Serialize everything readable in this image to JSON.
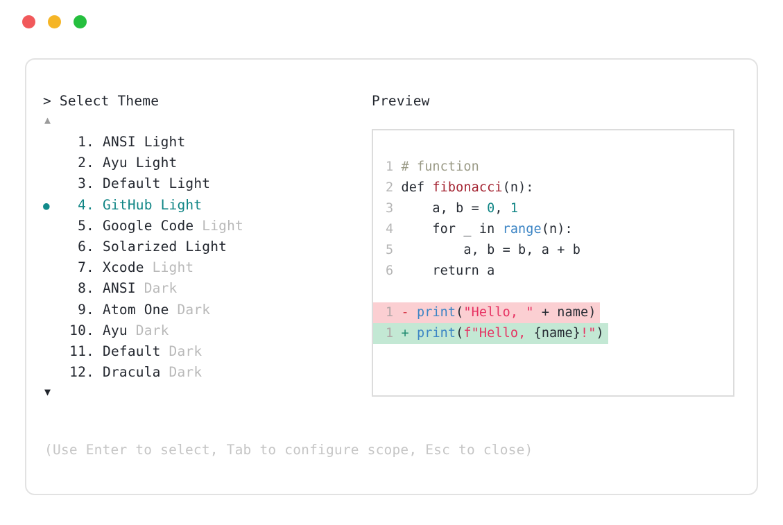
{
  "window": {
    "traffic_lights": [
      {
        "name": "close",
        "color": "#f1595b"
      },
      {
        "name": "minimize",
        "color": "#f5b526"
      },
      {
        "name": "maximize",
        "color": "#25bf3e"
      }
    ]
  },
  "selector": {
    "prompt_symbol": ">",
    "prompt_title": "Select Theme",
    "prompt_line": "> Select Theme",
    "scroll_up_icon": "▲",
    "scroll_down_icon": "▼",
    "selected_index": 4,
    "selected_bullet": "●",
    "accent_color": "#108585",
    "muted_color": "#b9b9b9",
    "items": [
      {
        "number": "1.",
        "name": "ANSI",
        "variant": "Light",
        "variant_muted": false,
        "selected": false
      },
      {
        "number": "2.",
        "name": "Ayu",
        "variant": "Light",
        "variant_muted": false,
        "selected": false
      },
      {
        "number": "3.",
        "name": "Default",
        "variant": "Light",
        "variant_muted": false,
        "selected": false
      },
      {
        "number": "4.",
        "name": "GitHub",
        "variant": "Light",
        "variant_muted": false,
        "selected": true
      },
      {
        "number": "5.",
        "name": "Google Code",
        "variant": "Light",
        "variant_muted": true,
        "selected": false
      },
      {
        "number": "6.",
        "name": "Solarized",
        "variant": "Light",
        "variant_muted": false,
        "selected": false
      },
      {
        "number": "7.",
        "name": "Xcode",
        "variant": "Light",
        "variant_muted": true,
        "selected": false
      },
      {
        "number": "8.",
        "name": "ANSI",
        "variant": "Dark",
        "variant_muted": true,
        "selected": false
      },
      {
        "number": "9.",
        "name": "Atom One",
        "variant": "Dark",
        "variant_muted": true,
        "selected": false
      },
      {
        "number": "10.",
        "name": "Ayu",
        "variant": "Dark",
        "variant_muted": true,
        "selected": false
      },
      {
        "number": "11.",
        "name": "Default",
        "variant": "Dark",
        "variant_muted": true,
        "selected": false
      },
      {
        "number": "12.",
        "name": "Dracula",
        "variant": "Dark",
        "variant_muted": true,
        "selected": false
      }
    ]
  },
  "hint": {
    "text": "(Use Enter to select, Tab to configure scope, Esc to close)"
  },
  "preview": {
    "label": "Preview",
    "code_lines": [
      {
        "lineno": "1",
        "tokens": [
          {
            "t": "# function",
            "c": "comment"
          }
        ]
      },
      {
        "lineno": "2",
        "tokens": [
          {
            "t": "def ",
            "c": "kw"
          },
          {
            "t": "fibonacci",
            "c": "func"
          },
          {
            "t": "(n):",
            "c": "plain"
          }
        ]
      },
      {
        "lineno": "3",
        "tokens": [
          {
            "t": "    a, b = ",
            "c": "plain"
          },
          {
            "t": "0",
            "c": "num"
          },
          {
            "t": ", ",
            "c": "plain"
          },
          {
            "t": "1",
            "c": "num"
          }
        ]
      },
      {
        "lineno": "4",
        "tokens": [
          {
            "t": "    for _ in ",
            "c": "plain"
          },
          {
            "t": "range",
            "c": "builtin"
          },
          {
            "t": "(n):",
            "c": "plain"
          }
        ]
      },
      {
        "lineno": "5",
        "tokens": [
          {
            "t": "        a, b = b, a + b",
            "c": "plain"
          }
        ]
      },
      {
        "lineno": "6",
        "tokens": [
          {
            "t": "    return a",
            "c": "plain"
          }
        ]
      }
    ],
    "diff_lines": [
      {
        "kind": "del",
        "lineno": "1",
        "sign": "-",
        "tokens": [
          {
            "t": "print",
            "c": "builtin"
          },
          {
            "t": "(",
            "c": "plain"
          },
          {
            "t": "\"Hello, \"",
            "c": "string"
          },
          {
            "t": " + name)",
            "c": "plain"
          }
        ]
      },
      {
        "kind": "add",
        "lineno": "1",
        "sign": "+",
        "tokens": [
          {
            "t": "print",
            "c": "builtin"
          },
          {
            "t": "(",
            "c": "plain"
          },
          {
            "t": "f\"Hello, ",
            "c": "string"
          },
          {
            "t": "{name}",
            "c": "plain"
          },
          {
            "t": "!\"",
            "c": "string"
          },
          {
            "t": ")",
            "c": "plain"
          }
        ]
      }
    ]
  }
}
